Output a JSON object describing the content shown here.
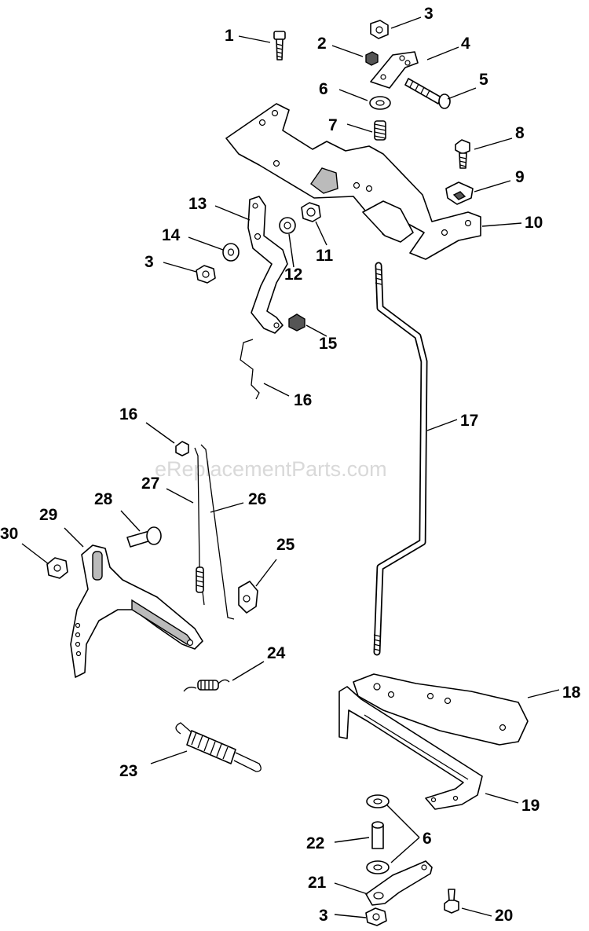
{
  "watermark": "eReplacementParts.com",
  "callouts": [
    {
      "id": "c1",
      "label": "1"
    },
    {
      "id": "c2",
      "label": "2"
    },
    {
      "id": "c3a",
      "label": "3"
    },
    {
      "id": "c4",
      "label": "4"
    },
    {
      "id": "c5",
      "label": "5"
    },
    {
      "id": "c6a",
      "label": "6"
    },
    {
      "id": "c7",
      "label": "7"
    },
    {
      "id": "c8",
      "label": "8"
    },
    {
      "id": "c9",
      "label": "9"
    },
    {
      "id": "c10",
      "label": "10"
    },
    {
      "id": "c11",
      "label": "11"
    },
    {
      "id": "c12",
      "label": "12"
    },
    {
      "id": "c13",
      "label": "13"
    },
    {
      "id": "c14",
      "label": "14"
    },
    {
      "id": "c3b",
      "label": "3"
    },
    {
      "id": "c15",
      "label": "15"
    },
    {
      "id": "c16a",
      "label": "16"
    },
    {
      "id": "c16b",
      "label": "16"
    },
    {
      "id": "c17",
      "label": "17"
    },
    {
      "id": "c27",
      "label": "27"
    },
    {
      "id": "c26",
      "label": "26"
    },
    {
      "id": "c28",
      "label": "28"
    },
    {
      "id": "c29",
      "label": "29"
    },
    {
      "id": "c30",
      "label": "30"
    },
    {
      "id": "c25",
      "label": "25"
    },
    {
      "id": "c24",
      "label": "24"
    },
    {
      "id": "c18",
      "label": "18"
    },
    {
      "id": "c23",
      "label": "23"
    },
    {
      "id": "c19",
      "label": "19"
    },
    {
      "id": "c22",
      "label": "22"
    },
    {
      "id": "c6b",
      "label": "6"
    },
    {
      "id": "c21",
      "label": "21"
    },
    {
      "id": "c20",
      "label": "20"
    },
    {
      "id": "c3c",
      "label": "3"
    }
  ]
}
